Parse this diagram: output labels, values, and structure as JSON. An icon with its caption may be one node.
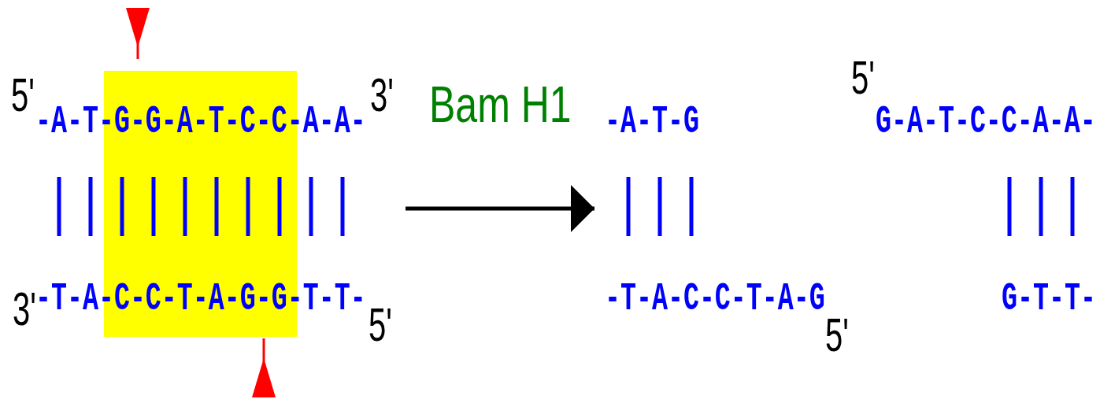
{
  "diagram": {
    "nodes": [
      {
        "text": [
          "5'",
          "-A-T-G-G-A-T-C-C-A-A-",
          "3'",
          "3'",
          "-T-A-C-C-T-A-G-G-T-T-",
          "5'"
        ]
      },
      {
        "text": [
          "-A-T-G",
          "-T-A-C-C-T-A-G",
          "5'"
        ]
      },
      {
        "text": [
          "5'",
          "G-A-T-C-C-A-A-",
          "G-T-T-"
        ]
      }
    ],
    "edges": [
      {
        "from": 0,
        "to": 1,
        "arrow": "to",
        "label": "Bam H1"
      }
    ]
  }
}
